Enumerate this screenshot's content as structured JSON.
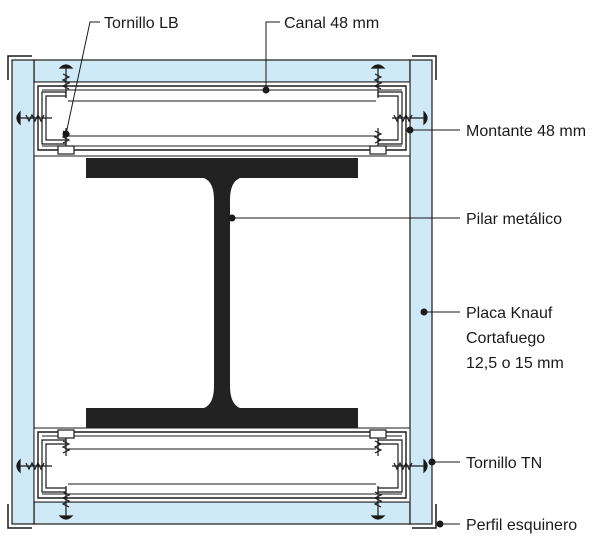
{
  "labels": {
    "tornillo_lb": "Tornillo LB",
    "canal": "Canal 48 mm",
    "montante": "Montante 48 mm",
    "pilar": "Pilar metálico",
    "placa_line1": "Placa Knauf",
    "placa_line2": "Cortafuego",
    "placa_line3": "12,5 o 15 mm",
    "tornillo_tn": "Tornillo TN",
    "perfil": "Perfil esquinero"
  },
  "colors": {
    "board_fill": "#cfe9f7",
    "outline": "#1a1a1a",
    "steel": "#222222",
    "profile_fill": "#ffffff"
  }
}
